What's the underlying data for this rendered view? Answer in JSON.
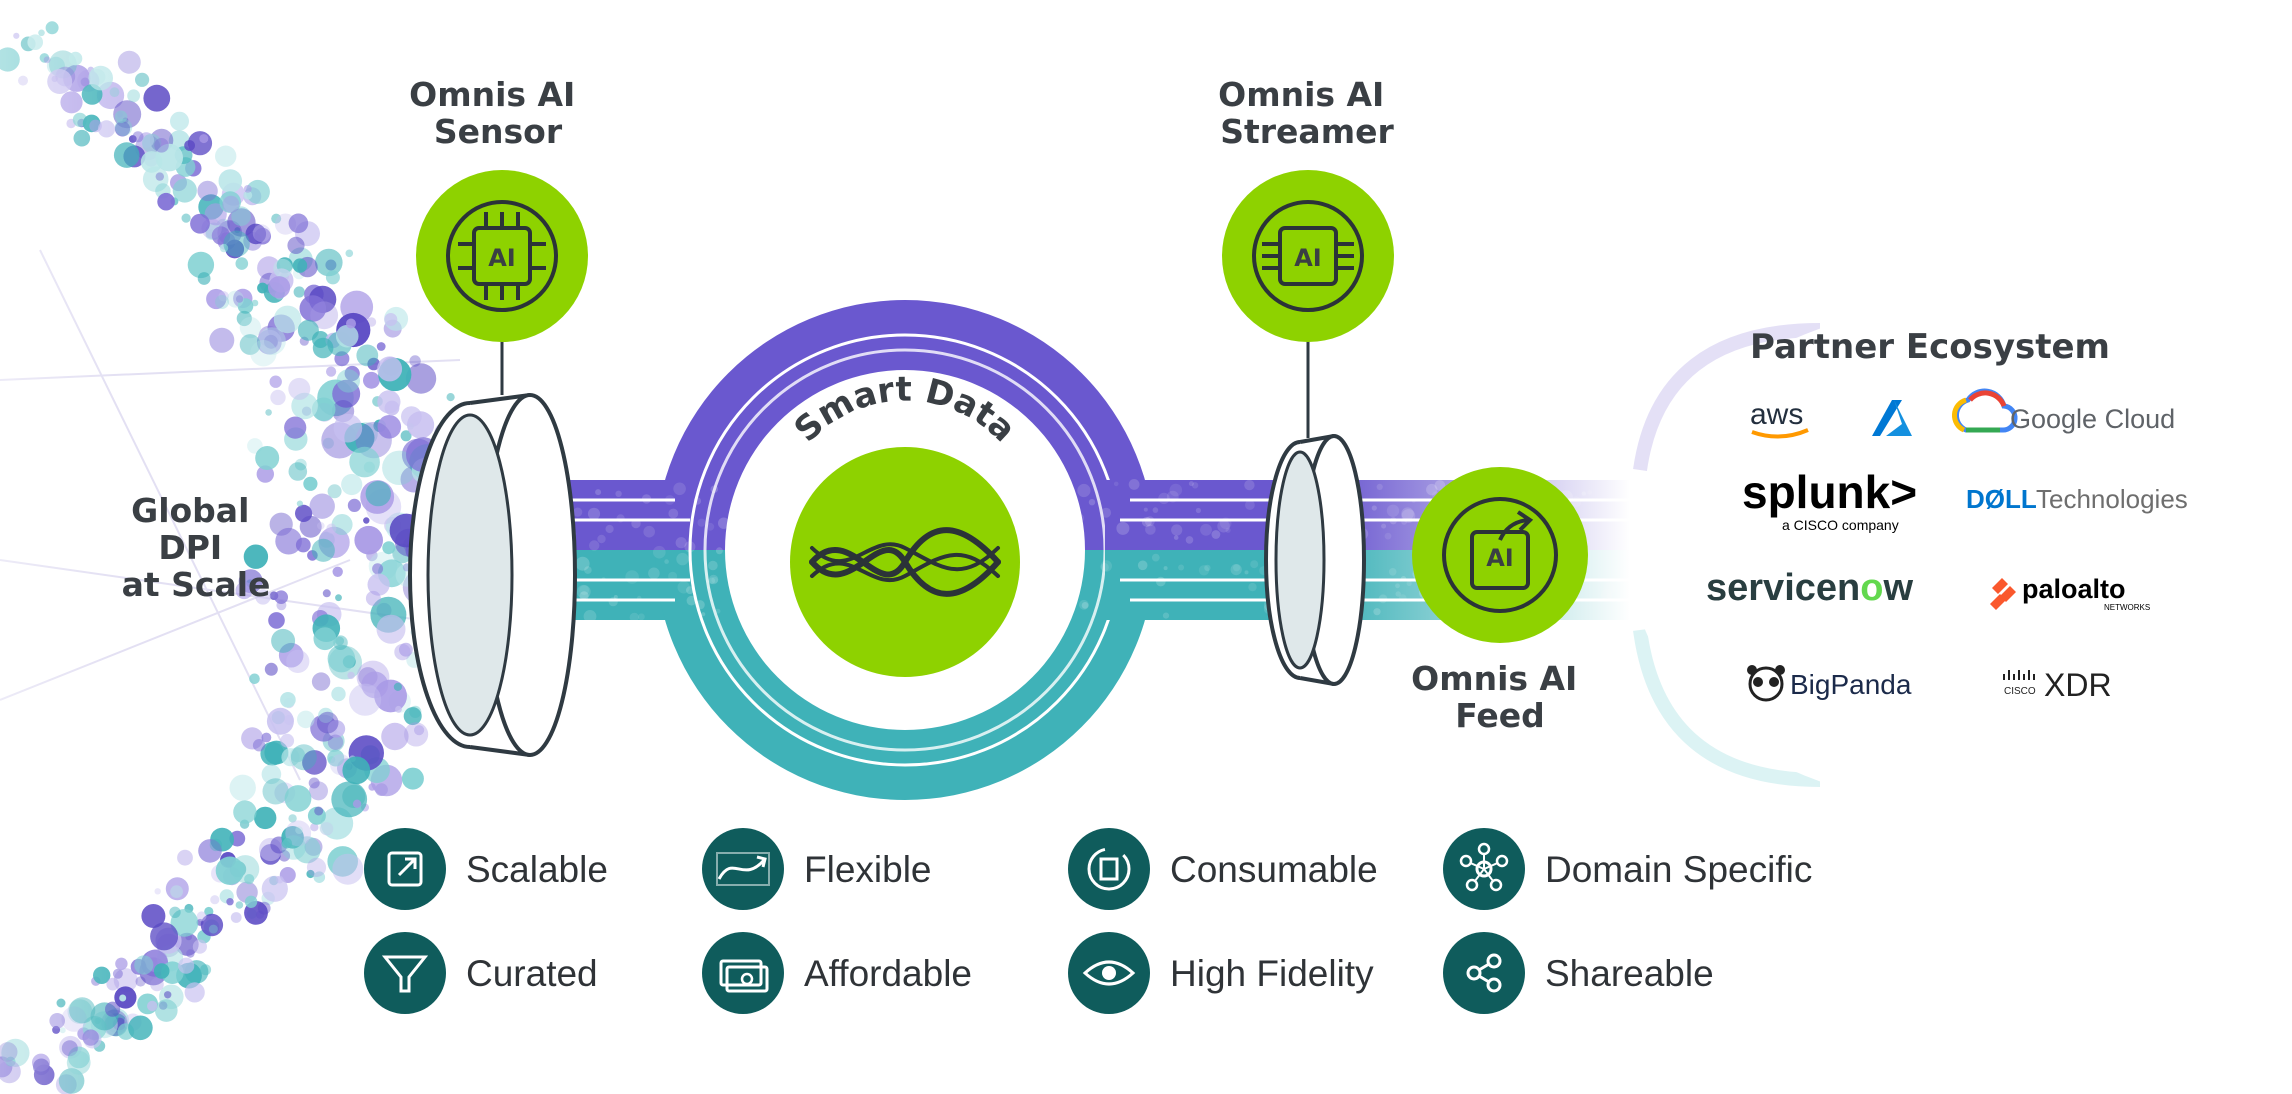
{
  "diagram": {
    "left_label": [
      "Global",
      "DPI",
      "at Scale"
    ],
    "sensor_label": [
      "Omnis AI",
      "Sensor"
    ],
    "streamer_label": [
      "Omnis AI",
      "Streamer"
    ],
    "feed_label": [
      "Omnis AI",
      "Feed"
    ],
    "center_label": "Smart Data",
    "chip_text": "AI",
    "partner_title": "Partner Ecosystem"
  },
  "partners": {
    "aws": "aws",
    "google_cloud": "Google Cloud",
    "splunk": "splunk>",
    "splunk_sub": "a CISCO company",
    "dell_brand": "DØLL",
    "dell_suffix": "Technologies",
    "servicenow_a": "servicen",
    "servicenow_b": "w",
    "paloalto": "paloalto",
    "paloalto_sub": "NETWORKS",
    "bigpanda": "BigPanda",
    "cisco_mini": "CISCO",
    "xdr": "XDR"
  },
  "attributes": [
    {
      "label": "Scalable",
      "icon": "scalable-icon"
    },
    {
      "label": "Flexible",
      "icon": "flexible-icon"
    },
    {
      "label": "Consumable",
      "icon": "consumable-icon"
    },
    {
      "label": "Domain Specific",
      "icon": "domain-specific-icon"
    },
    {
      "label": "Curated",
      "icon": "funnel-icon"
    },
    {
      "label": "Affordable",
      "icon": "money-icon"
    },
    {
      "label": "High Fidelity",
      "icon": "eye-icon"
    },
    {
      "label": "Shareable",
      "icon": "share-icon"
    }
  ],
  "colors": {
    "lime": "#8ed200",
    "purple": "#6a58cf",
    "teal": "#3fb2b8",
    "dark_teal": "#0f5c5c",
    "ring_stroke": "#2f3a42",
    "text": "#3a3f44"
  }
}
